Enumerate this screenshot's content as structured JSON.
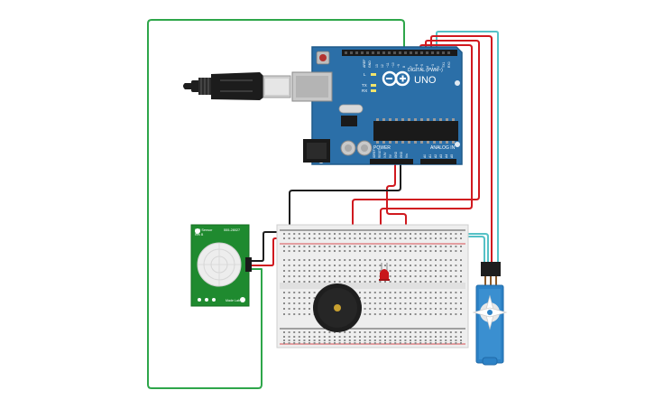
{
  "arduino": {
    "brand": "UNO",
    "digital_label": "DIGITAL (PWM~)",
    "power_label": "POWER",
    "analog_label": "ANALOG IN",
    "aref_label": "AREF",
    "gnd_label": "GND",
    "pin_l": "L",
    "pin_tx": "TX",
    "pin_rx": "RX",
    "power_pins": [
      "IOREF",
      "RESET",
      "3.3V",
      "5V",
      "GND",
      "GND",
      "Vin"
    ],
    "analog_pins": [
      "A0",
      "A1",
      "A2",
      "A3",
      "A4",
      "A5"
    ],
    "digital_pins": [
      "13",
      "12",
      "~11",
      "~10",
      "~9",
      "8",
      "7",
      "~6",
      "~5",
      "4",
      "~3",
      "2",
      "TX1",
      "RX0"
    ]
  },
  "pir_sensor": {
    "label_top_left": "PIR Sensor",
    "label_top_sub": "Rev B",
    "label_top_right": "555-28027",
    "label_bottom": "Made Lab"
  },
  "colors": {
    "board": "#2b6fa8",
    "wire_red": "#d0191f",
    "wire_black": "#1e1e1e",
    "wire_green": "#2ea64a",
    "wire_cyan": "#55c1c6",
    "pir_board": "#1f8a2f",
    "servo": "#2d82c6",
    "breadboard": "#eeeeee",
    "led": "#c8161a"
  },
  "icons": [
    "usb-cable-icon",
    "reset-button-icon",
    "arduino-logo-icon",
    "chip-icon"
  ]
}
